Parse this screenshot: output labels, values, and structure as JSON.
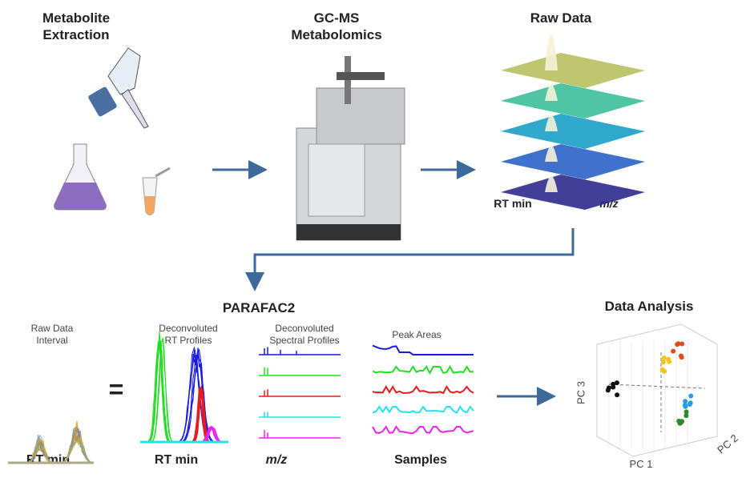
{
  "steps": {
    "extraction": {
      "line1": "Metabolite",
      "line2": "Extraction"
    },
    "gcms": {
      "line1": "GC-MS",
      "line2": "Metabolomics"
    },
    "raw": {
      "title": "Raw Data",
      "rt_label": "RT min",
      "mz_label": "m/z"
    }
  },
  "parafac": {
    "title": "PARAFAC2",
    "equals": "=",
    "raw_interval": {
      "line1": "Raw Data",
      "line2": "Interval",
      "axis": "RT min"
    },
    "rt_profiles": {
      "line1": "Deconvoluted",
      "line2": "RT Profiles",
      "axis": "RT min"
    },
    "spectral_profiles": {
      "line1": "Deconvoluted",
      "line2": "Spectral Profiles",
      "axis": "m/z"
    },
    "peak_areas": {
      "title": "Peak Areas",
      "axis": "Samples"
    },
    "component_colors": [
      "#1a1adc",
      "#22dd22",
      "#e81c1c",
      "#22e5e5",
      "#ee22ee"
    ]
  },
  "analysis": {
    "title": "Data Analysis",
    "axes": {
      "x": "PC 1",
      "y": "PC 2",
      "z": "PC 3"
    },
    "cluster_colors": [
      "#111111",
      "#f5c518",
      "#d9501e",
      "#2a9de0",
      "#2f8a2f"
    ]
  },
  "colors": {
    "arrow": "#3d6a9a"
  }
}
